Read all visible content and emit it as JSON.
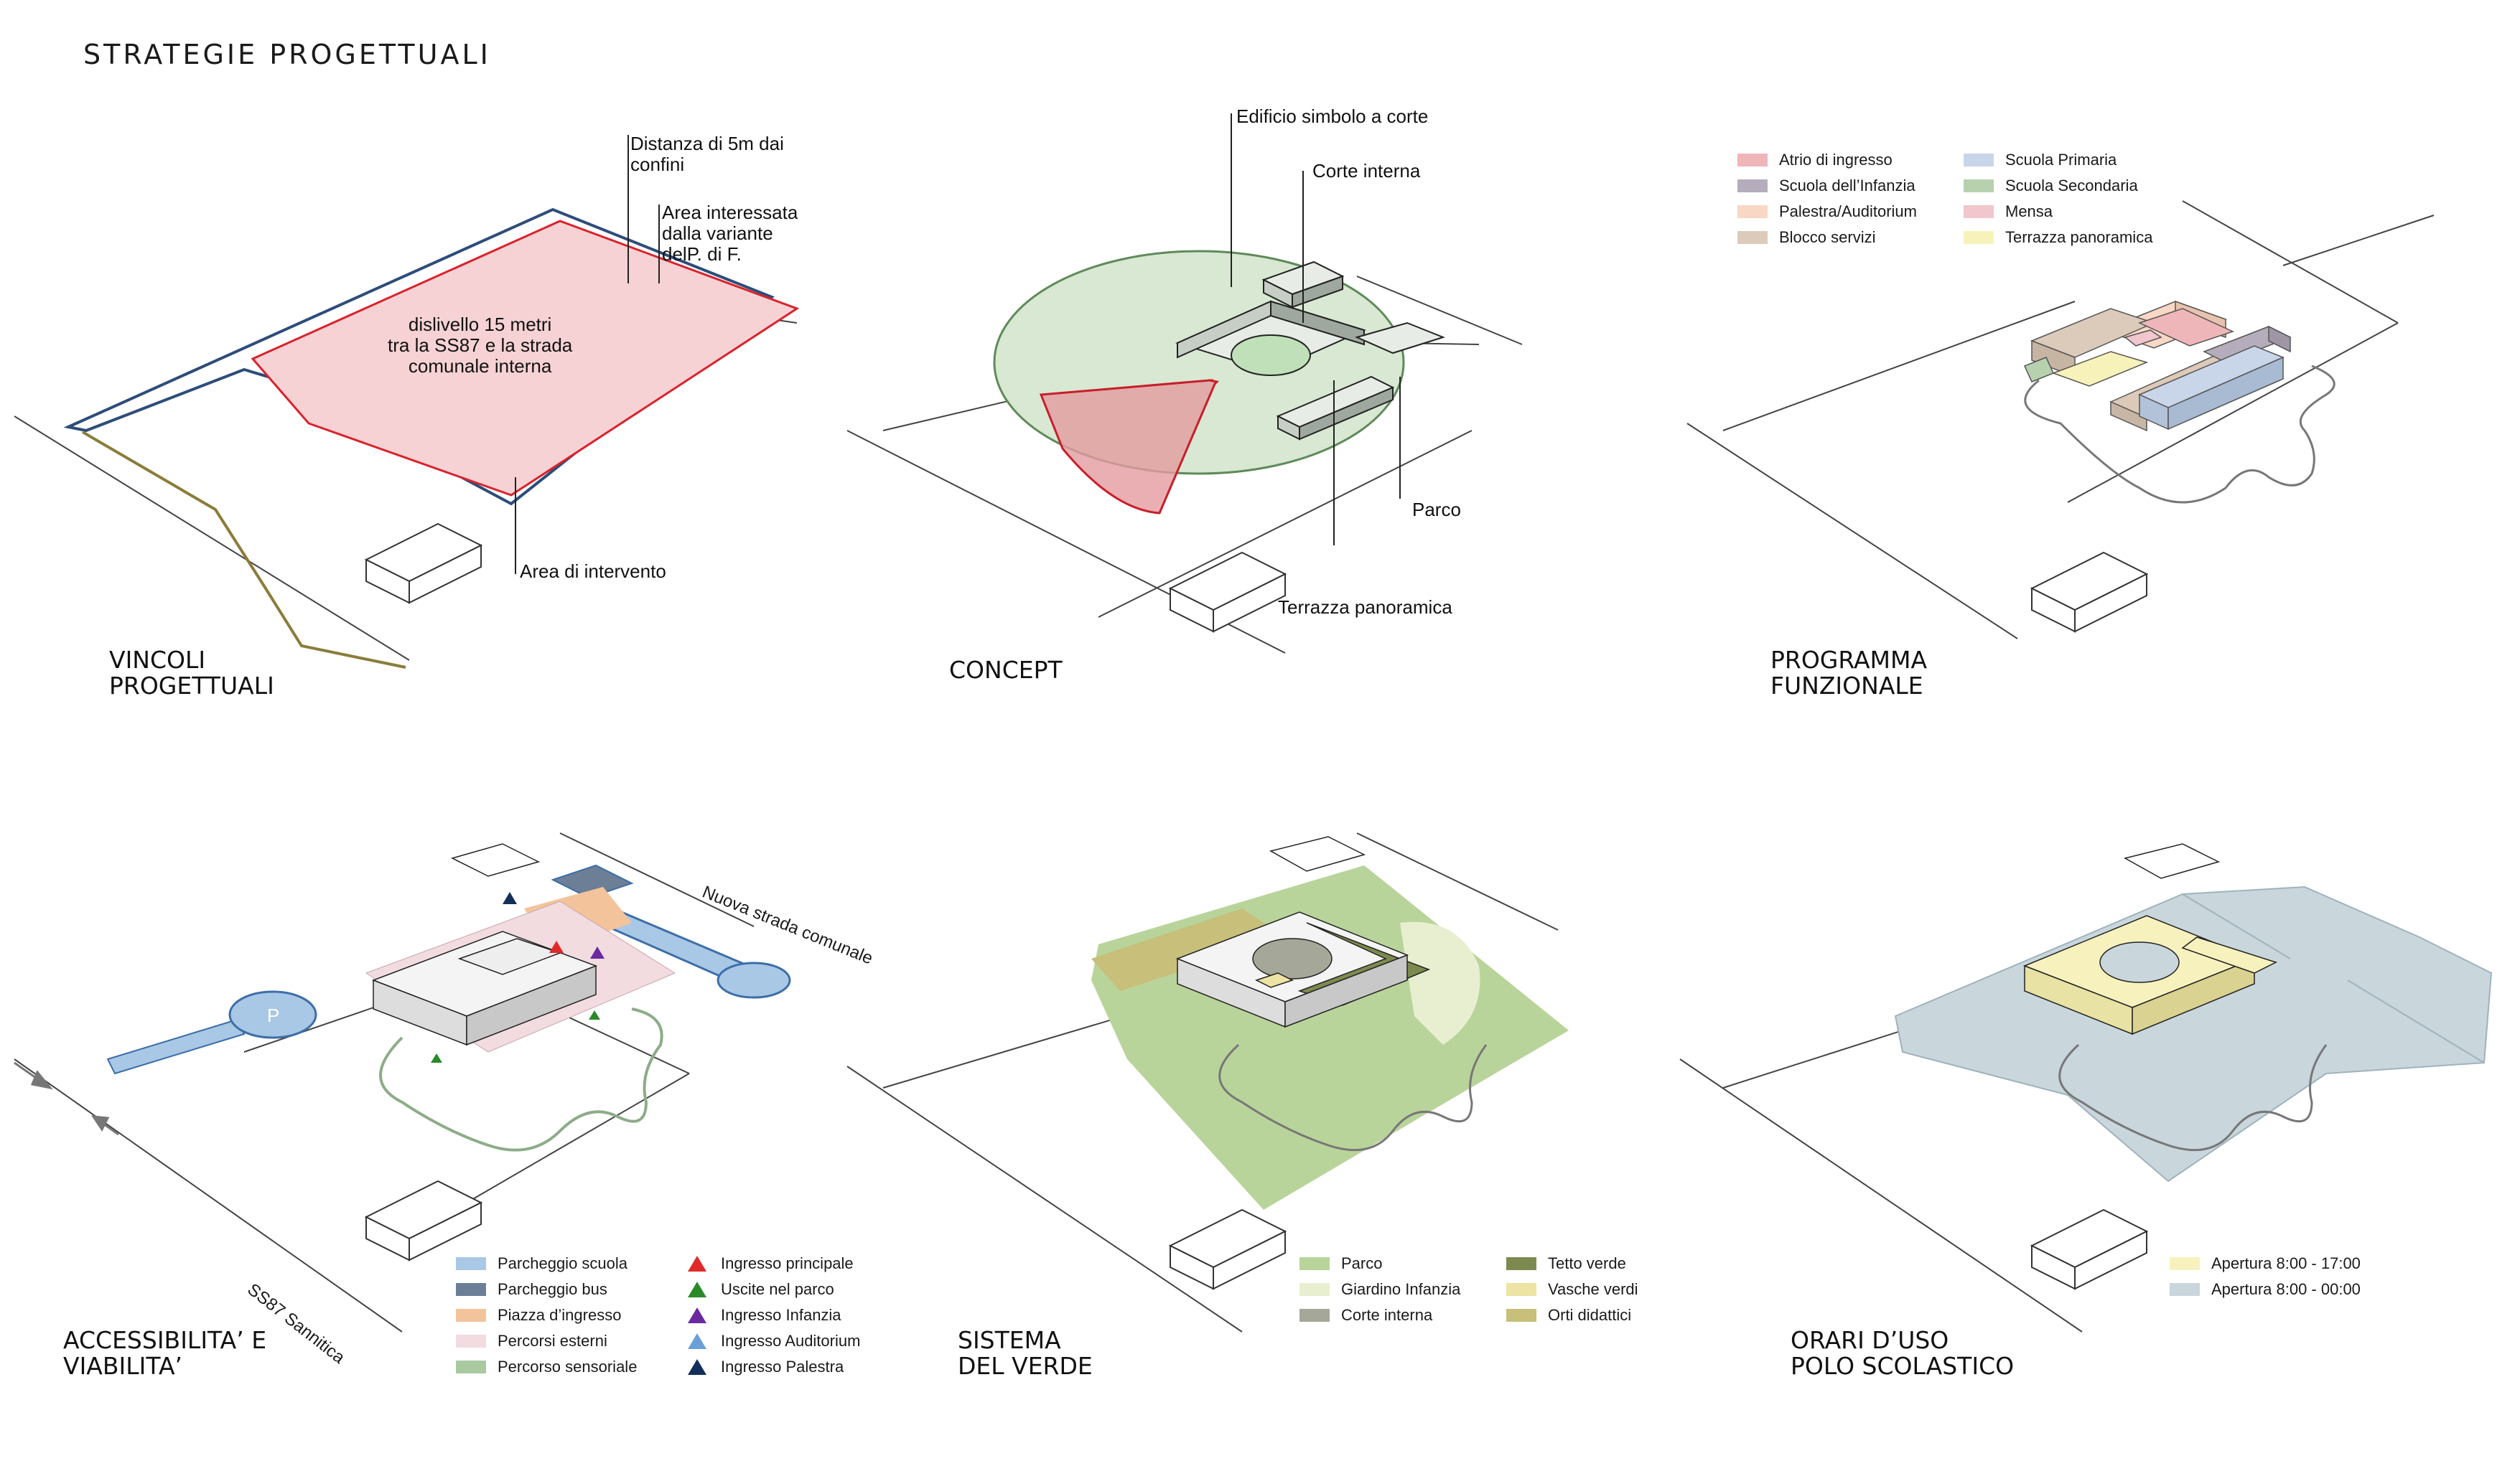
{
  "title": "STRATEGIE PROGETTUALI",
  "panels": {
    "vincoli": {
      "title": "VINCOLI\nPROGETTUALI",
      "annotations": {
        "distanza": "Distanza di 5m dai confini",
        "variante": "Area interessata dalla variante\n delP. di F.",
        "dislivello": "dislivello 15 metri\ntra la SS87 e la strada\ncomunale interna",
        "intervento": "Area di intervento"
      }
    },
    "concept": {
      "title": "CONCEPT",
      "annotations": {
        "edificio": "Edificio simbolo a corte",
        "corte": "Corte interna",
        "parco": "Parco",
        "terrazza": "Terrazza panoramica"
      }
    },
    "programma": {
      "title": "PROGRAMMA\nFUNZIONALE",
      "legend": [
        {
          "label": "Atrio di ingresso",
          "color": "#efb6b9"
        },
        {
          "label": "Scuola dell’Infanzia",
          "color": "#b5adbb"
        },
        {
          "label": "Palestra/Auditorium",
          "color": "#f8d7c4"
        },
        {
          "label": "Blocco servizi",
          "color": "#dccbbb"
        },
        {
          "label": "Scuola Primaria",
          "color": "#c9d6ea"
        },
        {
          "label": "Scuola Secondaria",
          "color": "#b7d1ae"
        },
        {
          "label": "Mensa",
          "color": "#f1c6cc"
        },
        {
          "label": "Terrazza panoramica",
          "color": "#f7f2b9"
        }
      ]
    },
    "accessibilita": {
      "title": "ACCESSIBILITA’ E\nVIABILITA’",
      "road_ss87": "SS87 Sannitica",
      "road_nuova": "Nuova strada comunale",
      "parking_letter": "P",
      "legend_swatches": [
        {
          "label": "Parcheggio scuola",
          "color": "#a9c8e6"
        },
        {
          "label": "Parcheggio bus",
          "color": "#6c7f97"
        },
        {
          "label": "Piazza d’ingresso",
          "color": "#f3c49b"
        },
        {
          "label": "Percorsi esterni",
          "color": "#f2dce0"
        },
        {
          "label": "Percorso sensoriale",
          "color": "#a9c9a1"
        }
      ],
      "legend_triangles": [
        {
          "label": "Ingresso principale",
          "color": "#e02a2a"
        },
        {
          "label": "Uscite nel parco",
          "color": "#2a8a2a"
        },
        {
          "label": "Ingresso Infanzia",
          "color": "#6a2aa0"
        },
        {
          "label": "Ingresso Auditorium",
          "color": "#6aa0d8"
        },
        {
          "label": "Ingresso Palestra",
          "color": "#12305a"
        }
      ]
    },
    "verde": {
      "title": "SISTEMA\nDEL VERDE",
      "legend": [
        {
          "label": "Parco",
          "color": "#b9d49a"
        },
        {
          "label": "Giardino Infanzia",
          "color": "#e8efd0"
        },
        {
          "label": "Corte interna",
          "color": "#a5a898"
        },
        {
          "label": "Tetto verde",
          "color": "#7d8a4f"
        },
        {
          "label": "Vasche verdi",
          "color": "#ede3a3"
        },
        {
          "label": "Orti didattici",
          "color": "#c7bf7a"
        }
      ]
    },
    "orari": {
      "title": "ORARI D’USO\nPOLO SCOLASTICO",
      "legend": [
        {
          "label": "Apertura 8:00 - 17:00",
          "color": "#f7f2bd"
        },
        {
          "label": "Apertura 8:00 - 00:00",
          "color": "#c9d6dc"
        }
      ]
    }
  }
}
